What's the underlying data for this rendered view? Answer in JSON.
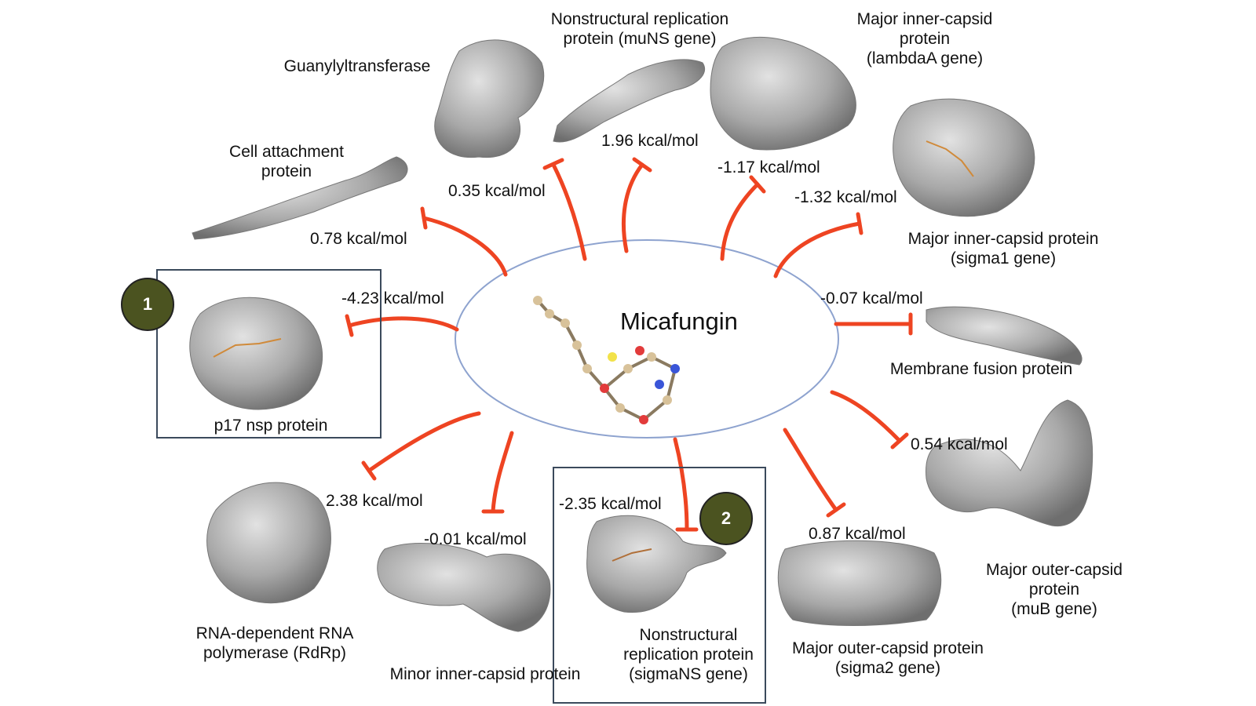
{
  "center": {
    "title": "Micafungin"
  },
  "colors": {
    "inhibit_arrow": "#ee4422",
    "ellipse_stroke": "#8ea3cf",
    "protein_fill": "#9a9a9a",
    "box": "#3b4a5c",
    "badge": "#4b5320"
  },
  "targets": [
    {
      "name": "Cell attachment\nprotein",
      "energy": "0.78 kcal/mol"
    },
    {
      "name": "Guanylyltransferase",
      "energy": "0.35 kcal/mol"
    },
    {
      "name": "Nonstructural replication\nprotein (muNS gene)",
      "energy": "1.96 kcal/mol"
    },
    {
      "name": "Major inner-capsid\nprotein\n(lambdaA gene)",
      "energy": "-1.17 kcal/mol"
    },
    {
      "name": "Major inner-capsid protein\n(sigma1 gene)",
      "energy": "-1.32 kcal/mol"
    },
    {
      "name": "Membrane fusion protein",
      "energy": "-0.07  kcal/mol"
    },
    {
      "name": "Major outer-capsid\nprotein\n(muB gene)",
      "energy": "0.54  kcal/mol"
    },
    {
      "name": "Major outer-capsid protein\n(sigma2 gene)",
      "energy": "0.87 kcal/mol"
    },
    {
      "name": "Nonstructural\nreplication protein\n(sigmaNS gene)",
      "energy": "-2.35 kcal/mol"
    },
    {
      "name": "Minor inner-capsid protein",
      "energy": "-0.01 kcal/mol"
    },
    {
      "name": "RNA-dependent RNA\npolymerase (RdRp)",
      "energy": "2.38 kcal/mol"
    },
    {
      "name": "p17 nsp protein",
      "energy": "-4.23 kcal/mol"
    }
  ],
  "badges": [
    {
      "label": "1"
    },
    {
      "label": "2"
    }
  ]
}
